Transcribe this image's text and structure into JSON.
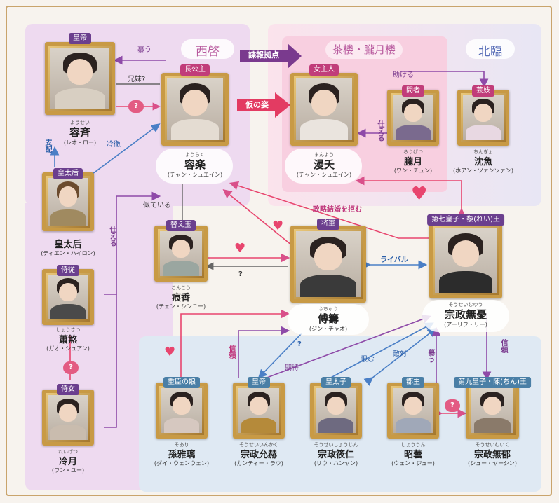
{
  "areas": {
    "west": "西啓",
    "teahouse": "茶楼・朧月楼",
    "north": "北臨"
  },
  "banners": {
    "intel": "諜報拠点",
    "disguise": "仮の姿"
  },
  "characters": {
    "youkei": {
      "role": "皇帝",
      "ruby": "ようせい",
      "name": "容斉",
      "actor": "(レオ・ロー)"
    },
    "youraku": {
      "role": "長公主",
      "ruby": "ようらく",
      "name": "容楽",
      "actor": "(チャン・シュエイン)"
    },
    "manyou": {
      "role": "女主人",
      "ruby": "まんよう",
      "name": "漫夭",
      "actor": "(チャン・シュエイン)"
    },
    "rougetsu": {
      "role": "間者",
      "ruby": "ろうげつ",
      "name": "朧月",
      "actor": "(ワン・チュン)"
    },
    "chingyo": {
      "role": "芸妓",
      "ruby": "ちんぎょ",
      "name": "沈魚",
      "actor": "(ホアン・ツァンツァン)"
    },
    "koutaigou": {
      "role": "皇太后",
      "ruby": "",
      "name": "皇太后",
      "actor": "(ティエン・ハイロン)"
    },
    "shouzetsu": {
      "role": "侍従",
      "ruby": "しょうさつ",
      "name": "蕭煞",
      "actor": "(ガオ・シュアン)"
    },
    "reigetsu": {
      "role": "侍女",
      "ruby": "れいげつ",
      "name": "冷月",
      "actor": "(ワン・ユー)"
    },
    "konkou": {
      "role": "替え玉",
      "ruby": "こんこう",
      "name": "痕香",
      "actor": "(チェン・シンユー)"
    },
    "fuchou": {
      "role": "将軍",
      "ruby": "ふちゅう",
      "name": "傅籌",
      "actor": "(ジン・チャオ)"
    },
    "muyuu": {
      "role": "第七皇子・黎(れい)王",
      "ruby": "そうせいむゆう",
      "name": "宗政無憂",
      "actor": "(アーリフ・リー)"
    },
    "soari": {
      "role": "重臣の娘",
      "ruby": "そあり",
      "name": "孫雅璃",
      "actor": "(ダイ・ウェンウェン)"
    },
    "inkaku": {
      "role": "皇帝",
      "ruby": "そうせいいんかく",
      "name": "宗政允赫",
      "actor": "(カンティー・ラウ)"
    },
    "shoujin": {
      "role": "皇太子",
      "ruby": "そうせいしょうじん",
      "name": "宗政筱仁",
      "actor": "(リウ・ハンヤン)"
    },
    "shouun": {
      "role": "郡主",
      "ruby": "しょううん",
      "name": "昭蕓",
      "actor": "(ウェン・ジュー)"
    },
    "muiku": {
      "role": "第九皇子・陳(ちん)王",
      "ruby": "そうせいむいく",
      "name": "宗政無郁",
      "actor": "(シュー・ヤーシン)"
    }
  },
  "relations": {
    "bo": "慕う",
    "siblings": "兄妹?",
    "shihai": "支配",
    "reitetsu": "冷徹",
    "tsukaeru_left": "仕える",
    "tsukaeru_rougetsu": "仕える",
    "tasukeru": "助ける",
    "niteiru": "似ている",
    "kouryaku": "政略結婚を拒む",
    "rival": "ライバル",
    "q_konkou": "?",
    "q_fuchou": "?",
    "shinrai_soari": "信頼",
    "kitai": "期待",
    "uramu": "恨む",
    "tekitai": "敵対",
    "bo_shouun": "慕う",
    "shinrai_muiku": "信頼"
  },
  "colors": {
    "pink": "#e8456e",
    "blue": "#4a7fc6",
    "purple": "#8e4aa8",
    "gray": "#666666",
    "frame_gold": "#c89a45"
  }
}
